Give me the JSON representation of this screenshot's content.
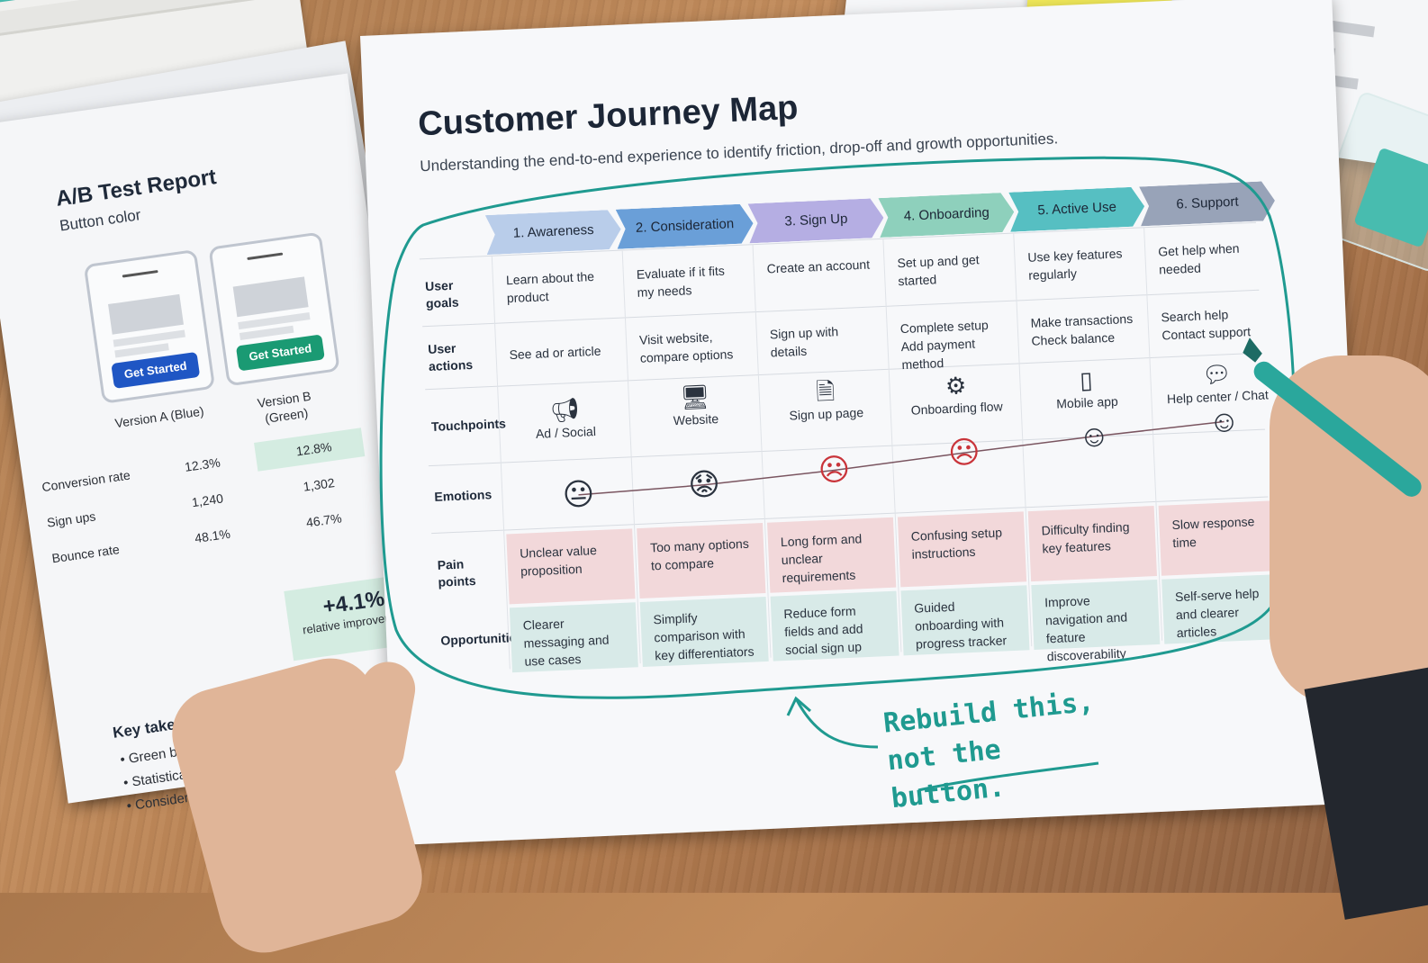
{
  "ab_report": {
    "title": "A/B Test Report",
    "subtitle": "Button color",
    "version_a_button": "Get Started",
    "version_b_button": "Get Started",
    "version_a_label": "Version A (Blue)",
    "version_b_label": "Version B (Green)",
    "rows": [
      {
        "label": "Conversion rate",
        "a": "12.3%",
        "b": "12.8%"
      },
      {
        "label": "Sign ups",
        "a": "1,240",
        "b": "1,302"
      },
      {
        "label": "Bounce rate",
        "a": "48.1%",
        "b": "46.7%"
      }
    ],
    "improvement_value": "+4.1%",
    "improvement_label": "relative improvement",
    "takeaway_title": "Key takeaway",
    "takeaways": [
      "Green button performed slightly better",
      "Statistically significant result (p < 0.05)",
      "Consider rolling out to all users"
    ],
    "colors": {
      "version_a": "#1f56c4",
      "version_b": "#1a9a73"
    }
  },
  "journey": {
    "title": "Customer Journey Map",
    "subtitle": "Understanding the end-to-end experience to identify friction, drop-off and growth opportunities.",
    "stages": [
      {
        "label": "1. Awareness",
        "color": "#b9cdea"
      },
      {
        "label": "2. Consideration",
        "color": "#6a9fd8"
      },
      {
        "label": "3. Sign Up",
        "color": "#b5aee3"
      },
      {
        "label": "4. Onboarding",
        "color": "#8ed0bc"
      },
      {
        "label": "5. Active Use",
        "color": "#56bfc2"
      },
      {
        "label": "6. Support",
        "color": "#98a3b8"
      }
    ],
    "row_labels": {
      "user_goals": "User goals",
      "user_actions": "User actions",
      "touchpoints": "Touchpoints",
      "emotions": "Emotions",
      "pain_points": "Pain points",
      "opportunities": "Opportunities"
    },
    "user_goals": [
      "Learn about the product",
      "Evaluate if it fits my needs",
      "Create an account",
      "Set up and get started",
      "Use key features regularly",
      "Get help when needed"
    ],
    "user_actions": [
      "See ad or article",
      "Visit website, compare options",
      "Sign up with details",
      "Complete setup Add payment method",
      "Make transactions Check balance",
      "Search help Contact support"
    ],
    "touchpoints": [
      {
        "icon": "megaphone-icon",
        "label": "Ad / Social"
      },
      {
        "icon": "monitor-icon",
        "label": "Website"
      },
      {
        "icon": "document-icon",
        "label": "Sign up page"
      },
      {
        "icon": "gear-icon",
        "label": "Onboarding flow"
      },
      {
        "icon": "mobile-icon",
        "label": "Mobile app"
      },
      {
        "icon": "chat-icon",
        "label": "Help center / Chat"
      }
    ],
    "emotions": [
      {
        "icon": "neutral-face-icon",
        "color": "#2b333f"
      },
      {
        "icon": "worried-face-icon",
        "color": "#2b333f"
      },
      {
        "icon": "unhappy-face-icon",
        "color": "#c9343a"
      },
      {
        "icon": "unhappy-face-icon",
        "color": "#c9343a"
      },
      {
        "icon": "happy-face-icon",
        "color": "#2b333f"
      },
      {
        "icon": "happy-face-icon",
        "color": "#2b333f"
      }
    ],
    "pain_points": [
      "Unclear value proposition",
      "Too many options to compare",
      "Long form and unclear requirements",
      "Confusing setup instructions",
      "Difficulty finding key features",
      "Slow response time"
    ],
    "opportunities": [
      "Clearer messaging and use cases",
      "Simplify comparison with key differentiators",
      "Reduce form fields and add social sign up",
      "Guided onboarding with progress tracker",
      "Improve navigation and feature discoverability",
      "Self-serve help and clearer articles"
    ],
    "handwritten_note": "Rebuild this, not the button.",
    "colors": {
      "marker": "#1f9a90",
      "pain": "#f2d8da",
      "opportunity": "#d8eae8"
    }
  }
}
